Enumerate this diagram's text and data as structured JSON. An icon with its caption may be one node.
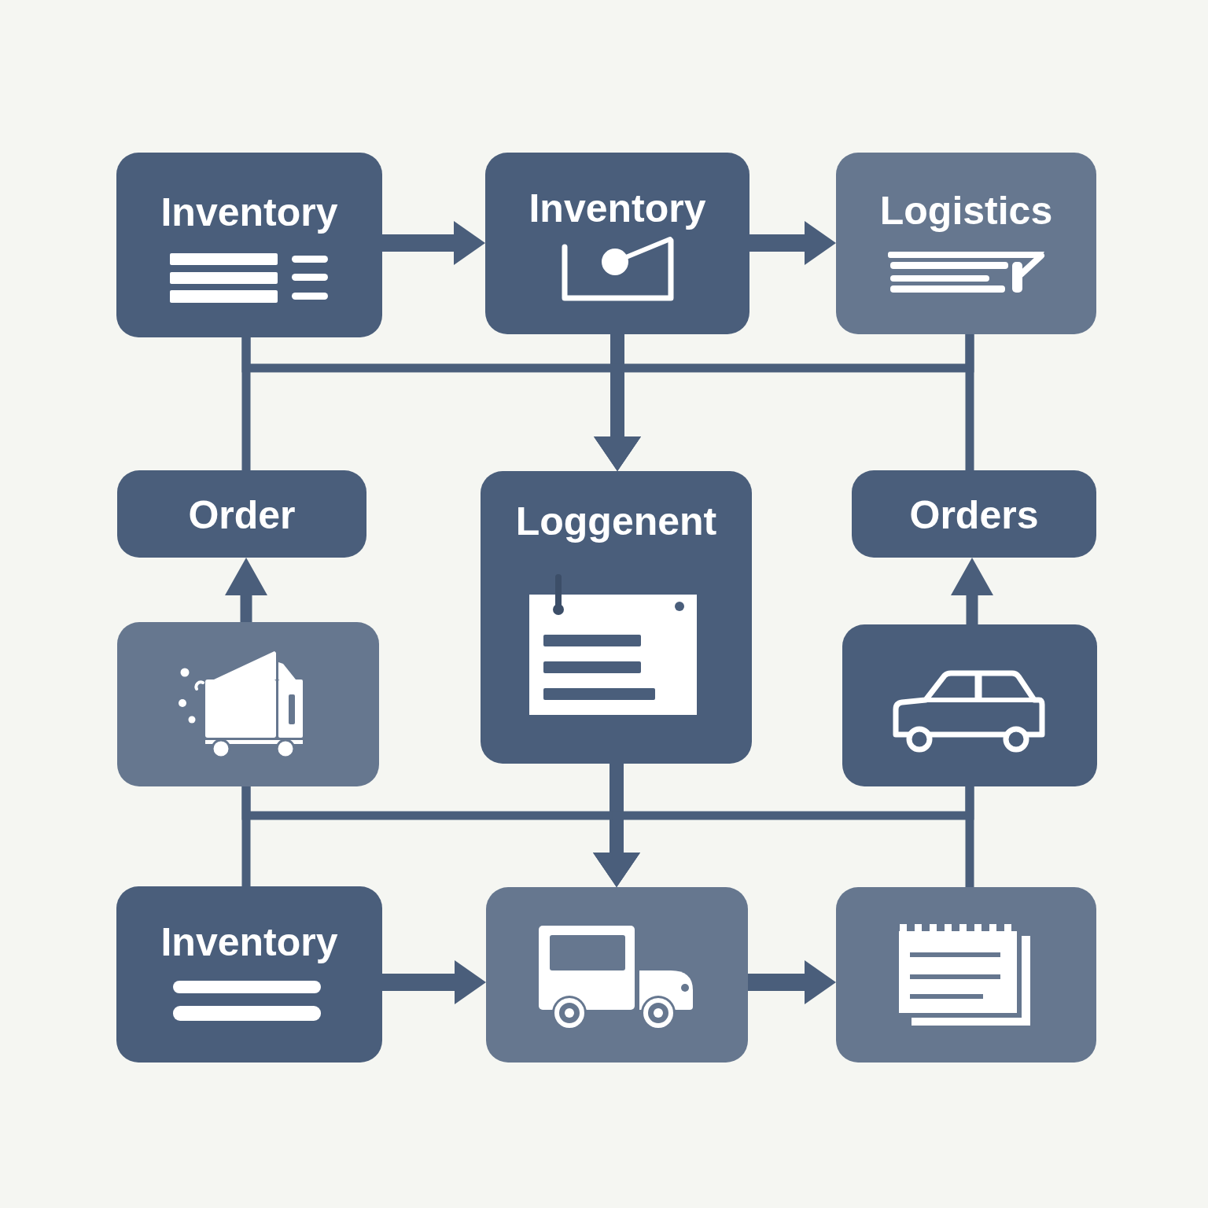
{
  "diagram": {
    "nodes": [
      {
        "text": [
          "Inventory"
        ]
      },
      {
        "text": [
          "Inventory"
        ]
      },
      {
        "text": [
          "Logistics"
        ]
      },
      {
        "text": [
          "Order"
        ]
      },
      {
        "text": [
          "Loggenent"
        ]
      },
      {
        "text": [
          "Orders"
        ]
      },
      {
        "text": [],
        "shape": "box"
      },
      {
        "text": [],
        "shape": "box"
      },
      {
        "text": [
          "Inventory"
        ]
      },
      {
        "text": [],
        "shape": "box"
      },
      {
        "text": [],
        "shape": "box"
      }
    ],
    "edges": [
      {
        "from": 0,
        "to": 1,
        "arrow": "to",
        "style": "thick"
      },
      {
        "from": 1,
        "to": 2,
        "arrow": "to",
        "style": "thick"
      },
      {
        "from": 1,
        "to": 4,
        "arrow": "to"
      },
      {
        "from": 0,
        "to": 4,
        "arrow": "to"
      },
      {
        "from": 2,
        "to": 4,
        "arrow": "to"
      },
      {
        "from": 0,
        "to": 3,
        "arrow": "none"
      },
      {
        "from": 2,
        "to": 5,
        "arrow": "none"
      },
      {
        "from": 6,
        "to": 3,
        "arrow": "to"
      },
      {
        "from": 7,
        "to": 5,
        "arrow": "to"
      },
      {
        "from": 4,
        "to": 9,
        "arrow": "to"
      },
      {
        "from": 6,
        "to": 9,
        "arrow": "to"
      },
      {
        "from": 7,
        "to": 9,
        "arrow": "to"
      },
      {
        "from": 6,
        "to": 8,
        "arrow": "none"
      },
      {
        "from": 7,
        "to": 10,
        "arrow": "none"
      },
      {
        "from": 8,
        "to": 9,
        "arrow": "to",
        "style": "thick"
      },
      {
        "from": 9,
        "to": 10,
        "arrow": "to",
        "style": "thick"
      }
    ]
  }
}
